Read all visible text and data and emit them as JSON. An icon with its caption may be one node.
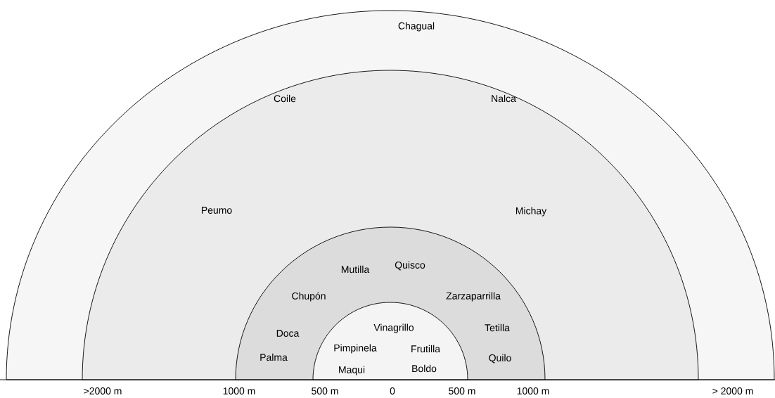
{
  "diagram": {
    "nodes": [
      {
        "text": [
          "Chagual"
        ]
      },
      {
        "text": [
          "Coile",
          "Nalca",
          "Peumo",
          "Michay"
        ],
        "in": 0
      },
      {
        "text": [
          "Mutilla",
          "Quisco",
          "Chupón",
          "Zarzaparrilla",
          "Doca",
          "Tetilla",
          "Palma",
          "Quilo"
        ],
        "in": 1
      },
      {
        "text": [
          "Vinagrillo",
          "Pimpinela",
          "Frutilla",
          "Maqui",
          "Boldo"
        ],
        "in": 2
      }
    ],
    "labels": [
      ">2000 m",
      "1000 m",
      "500 m",
      "0",
      "500 m",
      "1000 m",
      "> 2000 m"
    ]
  }
}
